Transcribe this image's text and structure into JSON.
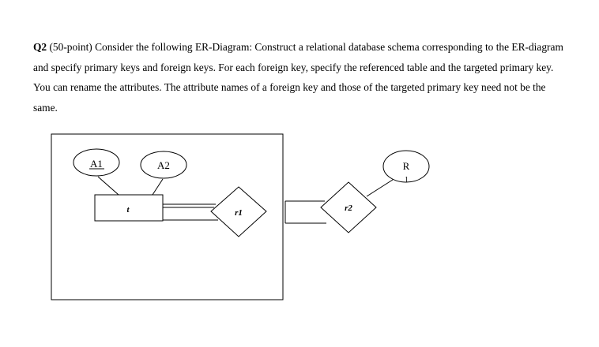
{
  "question": {
    "number": "Q2",
    "text": " (50-point) Consider the following ER-Diagram: Construct a relational database schema corresponding to the ER-diagram and specify primary keys and foreign keys. For each foreign key, specify the referenced table and the targeted primary key. You can rename the attributes. The attribute names of a foreign key and those of the targeted primary key need not be the same."
  },
  "diagram": {
    "attr_a1": "A1",
    "attr_a2": "A2",
    "attr_r": "R",
    "entity_t": "t",
    "rel_r1": "r1",
    "rel_r2": "r2",
    "colors": {
      "stroke": "#000000",
      "fill": "#ffffff"
    }
  }
}
